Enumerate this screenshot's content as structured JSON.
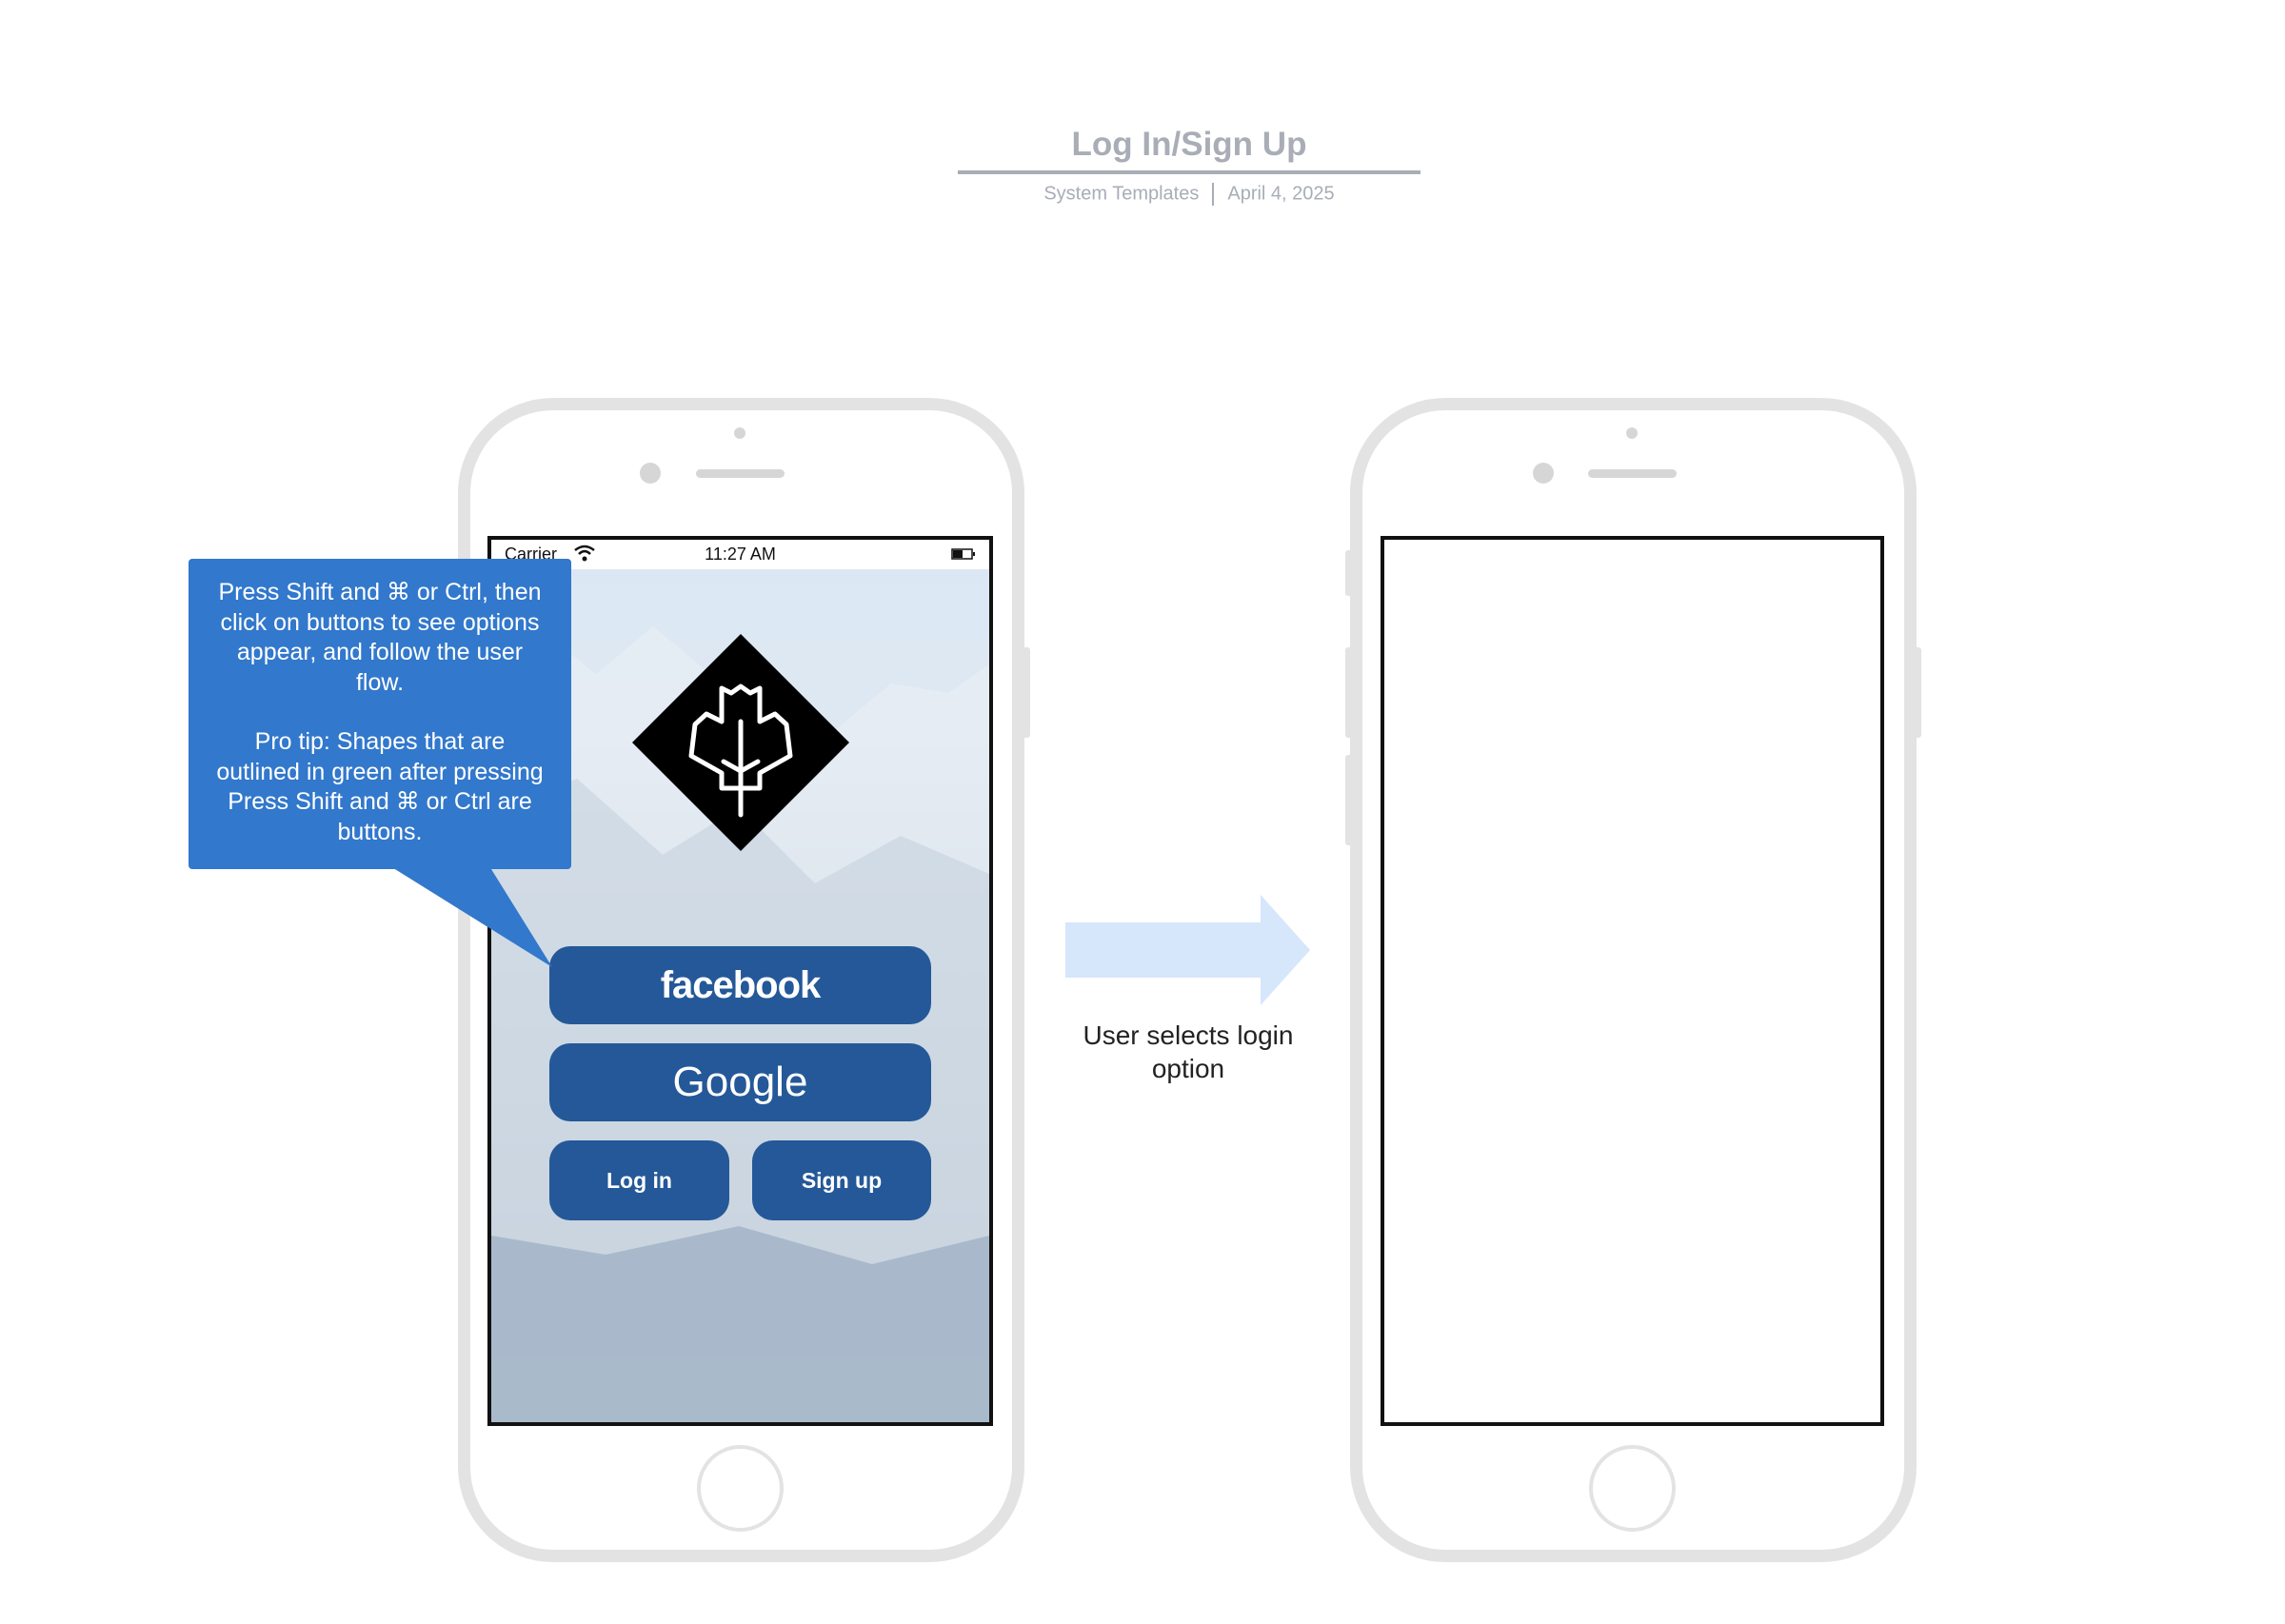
{
  "header": {
    "title": "Log In/Sign Up",
    "subtitle_left": "System Templates",
    "subtitle_right": "April 4, 2025"
  },
  "phone_login": {
    "status_bar": {
      "carrier": "Carrier",
      "time": "11:27 AM"
    },
    "logo_icon": "maple-leaf-icon",
    "buttons": {
      "facebook": "facebook",
      "google": "Google",
      "login": "Log in",
      "signup": "Sign up"
    }
  },
  "callout": {
    "paragraph1": "Press Shift and ⌘ or Ctrl, then click on buttons to see options appear, and follow the user flow.",
    "paragraph2": "Pro tip: Shapes that are outlined in green after pressing Press Shift and ⌘ or Ctrl are buttons."
  },
  "flow": {
    "arrow_label": "User selects login option"
  },
  "colors": {
    "button": "#245898",
    "callout": "#3278cc",
    "arrow": "#d6e6fb",
    "title": "#a8adb6"
  }
}
